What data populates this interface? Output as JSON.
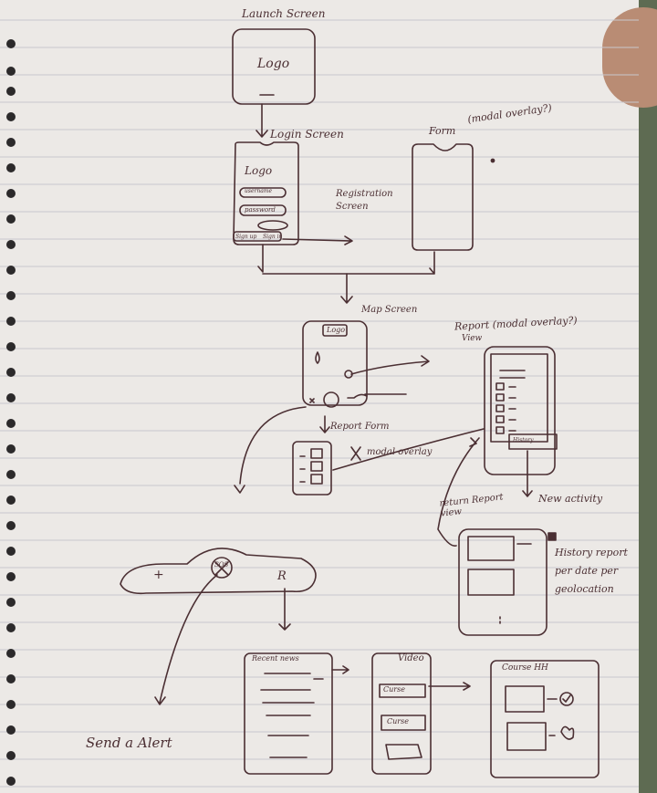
{
  "colors": {
    "ink": "#4b2f33",
    "paper": "#ece9e6",
    "rule": "#c9c8cd",
    "background": "#5e6b52"
  },
  "labels": {
    "launch_screen": "Launch Screen",
    "logo_launch": "Logo",
    "login_screen": "Login Screen",
    "logo_login": "Logo",
    "username": "username",
    "password": "password",
    "sign_up": "Sign up",
    "sign_in": "Sign in",
    "form": "Form",
    "modal_overlay_q": "(modal overlay?)",
    "registration_screen": "Registration Screen",
    "map_screen": "Map Screen",
    "map_top": "Logo",
    "report_overlay": "Report (modal overlay?)",
    "view": "View",
    "report_form": "Report Form",
    "modal_overlay": "modal overlay",
    "history": "History",
    "return_report_view": "return Report view",
    "new_activity": "New activity",
    "history_note": "History report per date per geolocation",
    "plus": "+",
    "sos": "SOS",
    "r": "R",
    "send_alert": "Send a Alert",
    "recent_news": "Recent news",
    "video": "Video",
    "course_1": "Curse",
    "course_2": "Curse",
    "course_hh": "Course HH"
  }
}
